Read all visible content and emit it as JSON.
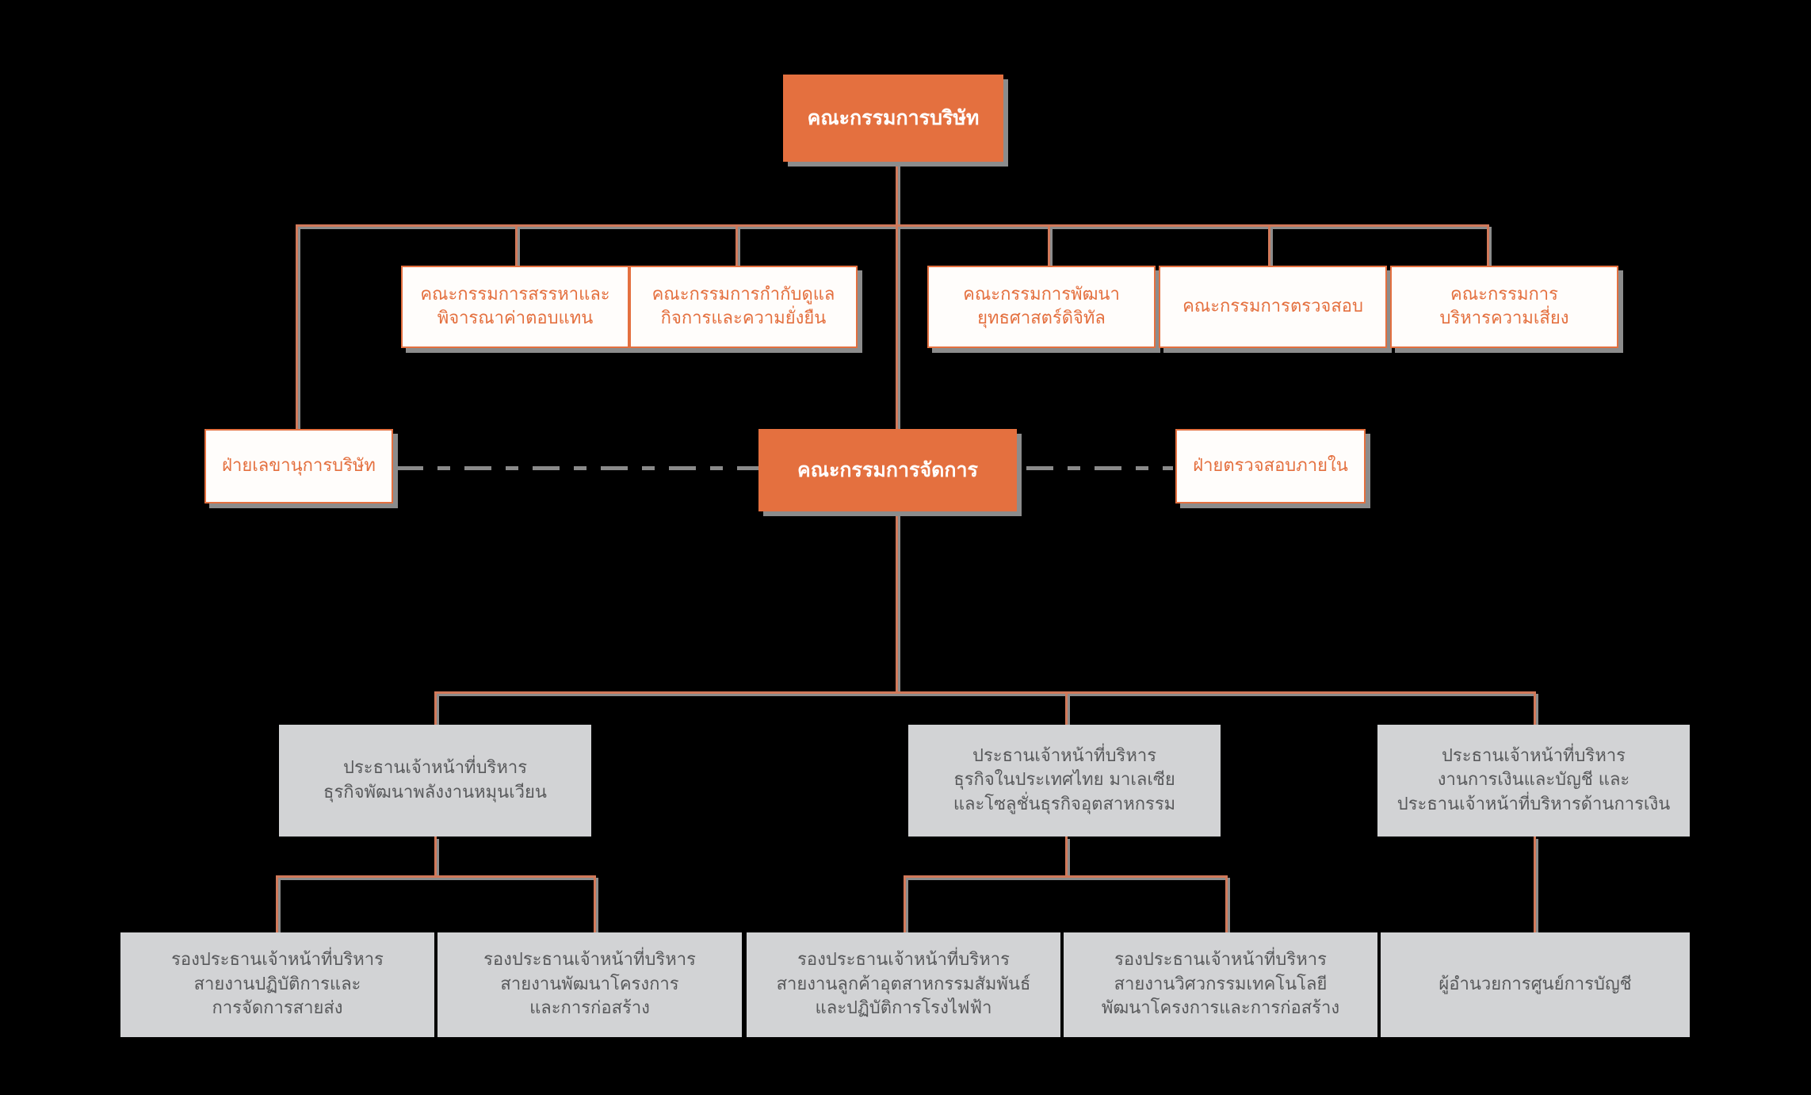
{
  "chart_data": {
    "type": "diagram",
    "title": "Corporate Organization Structure",
    "orientation": "top-down",
    "colors": {
      "background": "#000000",
      "accent_orange": "#e4703f",
      "connector_orange": "#d1795a",
      "connector_shadow": "#8c8c8c",
      "gray_box_fill": "#d2d3d5",
      "gray_box_text": "#58595b",
      "outline_box_fill": "#fffdfb",
      "dash_line": "#8a8a8a"
    },
    "levels": [
      {
        "level": 1,
        "nodes": [
          "board"
        ]
      },
      {
        "level": 2,
        "nodes": [
          "nomination-remuneration",
          "cg-sustainability",
          "digital-strategy",
          "audit",
          "risk-management"
        ]
      },
      {
        "level": 3,
        "nodes": [
          "company-secretary",
          "management-committee",
          "internal-audit"
        ]
      },
      {
        "level": 4,
        "nodes": [
          "ceo-renewable",
          "ceo-thailand-malaysia",
          "ceo-finance-accounting"
        ]
      },
      {
        "level": 5,
        "nodes": [
          "svp-operations-grid",
          "svp-project-construction",
          "svp-industrial-customer",
          "svp-engineering-tech",
          "director-accounting-center"
        ]
      }
    ]
  },
  "nodes": {
    "board": {
      "id": "board",
      "label": "คณะกรรมการบริษัท",
      "style": "orange",
      "level": 1
    },
    "nomination_remuneration": {
      "id": "nomination-remuneration",
      "label": "คณะกรรมการสรรหาและ\nพิจารณาค่าตอบแทน",
      "style": "outline",
      "level": 2
    },
    "cg_sustainability": {
      "id": "cg-sustainability",
      "label": "คณะกรรมการกำกับดูแล\nกิจการและความยั่งยืน",
      "style": "outline",
      "level": 2
    },
    "digital_strategy": {
      "id": "digital-strategy",
      "label": "คณะกรรมการพัฒนา\nยุทธศาสตร์ดิจิทัล",
      "style": "outline",
      "level": 2
    },
    "audit_committee": {
      "id": "audit-committee",
      "label": "คณะกรรมการตรวจสอบ",
      "style": "outline",
      "level": 2
    },
    "risk_management": {
      "id": "risk-management",
      "label": "คณะกรรมการ\nบริหารความเสี่ยง",
      "style": "outline",
      "level": 2
    },
    "company_secretary": {
      "id": "company-secretary",
      "label": "ฝ่ายเลขานุการบริษัท",
      "style": "outline",
      "level": 3
    },
    "management_committee": {
      "id": "management-committee",
      "label": "คณะกรรมการจัดการ",
      "style": "orange",
      "level": 3
    },
    "internal_audit": {
      "id": "internal-audit",
      "label": "ฝ่ายตรวจสอบภายใน",
      "style": "outline",
      "level": 3
    },
    "ceo_renewable": {
      "id": "ceo-renewable",
      "label": "ประธานเจ้าหน้าที่บริหาร\nธุรกิจพัฒนาพลังงานหมุนเวียน",
      "style": "gray",
      "level": 4
    },
    "ceo_thailand_malaysia": {
      "id": "ceo-thailand-malaysia",
      "label": "ประธานเจ้าหน้าที่บริหาร\nธุรกิจในประเทศไทย มาเลเซีย\nและโซลูชั่นธุรกิจอุตสาหกรรม",
      "style": "gray",
      "level": 4
    },
    "ceo_finance_accounting": {
      "id": "ceo-finance-accounting",
      "label": "ประธานเจ้าหน้าที่บริหาร\nงานการเงินและบัญชี และ\nประธานเจ้าหน้าที่บริหารด้านการเงิน",
      "style": "gray",
      "level": 4
    },
    "svp_operations_grid": {
      "id": "svp-operations-grid",
      "label": "รองประธานเจ้าหน้าที่บริหาร\nสายงานปฏิบัติการและ\nการจัดการสายส่ง",
      "style": "gray",
      "level": 5
    },
    "svp_project_construction": {
      "id": "svp-project-construction",
      "label": "รองประธานเจ้าหน้าที่บริหาร\nสายงานพัฒนาโครงการ\nและการก่อสร้าง",
      "style": "gray",
      "level": 5
    },
    "svp_industrial_customer": {
      "id": "svp-industrial-customer",
      "label": "รองประธานเจ้าหน้าที่บริหาร\nสายงานลูกค้าอุตสาหกรรมสัมพันธ์\nและปฏิบัติการโรงไฟฟ้า",
      "style": "gray",
      "level": 5
    },
    "svp_engineering_tech": {
      "id": "svp-engineering-tech",
      "label": "รองประธานเจ้าหน้าที่บริหาร\nสายงานวิศวกรรมเทคโนโลยี\nพัฒนาโครงการและการก่อสร้าง",
      "style": "gray",
      "level": 5
    },
    "director_accounting_center": {
      "id": "director-accounting-center",
      "label": "ผู้อำนวยการศูนย์การบัญชี",
      "style": "gray",
      "level": 5
    }
  }
}
